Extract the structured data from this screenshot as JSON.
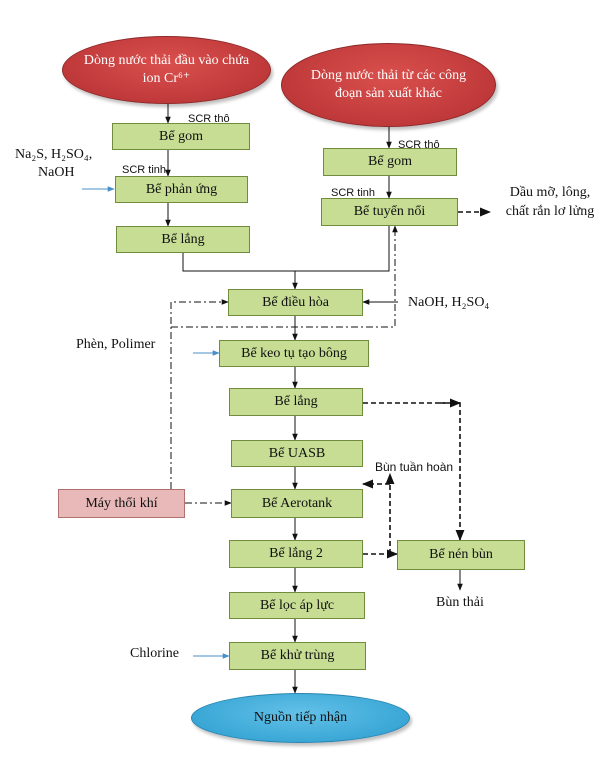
{
  "inputs": {
    "source_cr": "Dòng nước thải đầu vào chứa ion Cr⁶⁺",
    "source_other": "Dòng nước thải từ các công đoạn sản xuất khác",
    "receiver": "Nguồn tiếp nhận"
  },
  "left_branch": {
    "gom": "Bể gom",
    "phan_ung": "Bể phản ứng",
    "lang": "Bể lắng"
  },
  "right_branch": {
    "gom": "Bể gom",
    "tuyen_noi": "Bể tuyển nổi"
  },
  "main_line": {
    "dieu_hoa": "Bể điều hòa",
    "keo_tu": "Bể keo tụ tạo bông",
    "lang": "Bể lắng",
    "uasb": "Bể UASB",
    "aerotank": "Bể Aerotank",
    "lang2": "Bể lắng 2",
    "loc": "Bể lọc áp lực",
    "khu_trung": "Bể khử trùng"
  },
  "sludge": {
    "nen_bun": "Bể nén bùn",
    "bun_thai": "Bùn thải",
    "recycle": "Bùn tuần hoàn"
  },
  "equipment": {
    "blower": "Máy thổi khí"
  },
  "labels": {
    "scr_tho_left": "SCR thô",
    "scr_tinh_left": "SCR tinh",
    "scr_tho_right": "SCR thô",
    "scr_tinh_right": "SCR tinh",
    "chem_left_1": "Na₂S, H₂SO₄,",
    "chem_left_2": "NaOH",
    "oil_1": "Dầu mỡ, lông,",
    "oil_2": "chất rắn lơ lửng",
    "naoh": "NaOH, H₂SO₄",
    "phen": "Phèn, Polimer",
    "chlorine": "Chlorine"
  },
  "colors": {
    "tank_fill": "#c6dd93",
    "tank_border": "#6f8d3c",
    "blower_fill": "#e9b9b9",
    "source_ellipse": "#c0393a",
    "receiver_ellipse": "#3aa7d6",
    "chemical_arrow": "#4a90c8"
  }
}
